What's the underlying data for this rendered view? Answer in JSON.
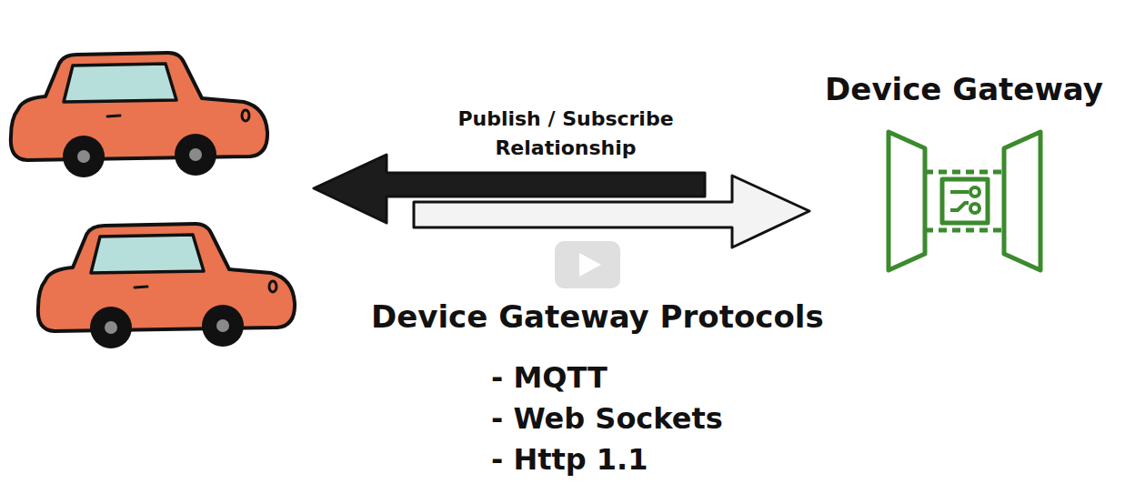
{
  "diagram": {
    "nodes": [
      {
        "text": [
          "Device Gateway"
        ]
      }
    ],
    "labels": [
      "Publish / Subscribe Relationship",
      "Device Gateway Protocols",
      "- MQTT",
      "- Web Sockets",
      "- Http 1.1"
    ]
  }
}
